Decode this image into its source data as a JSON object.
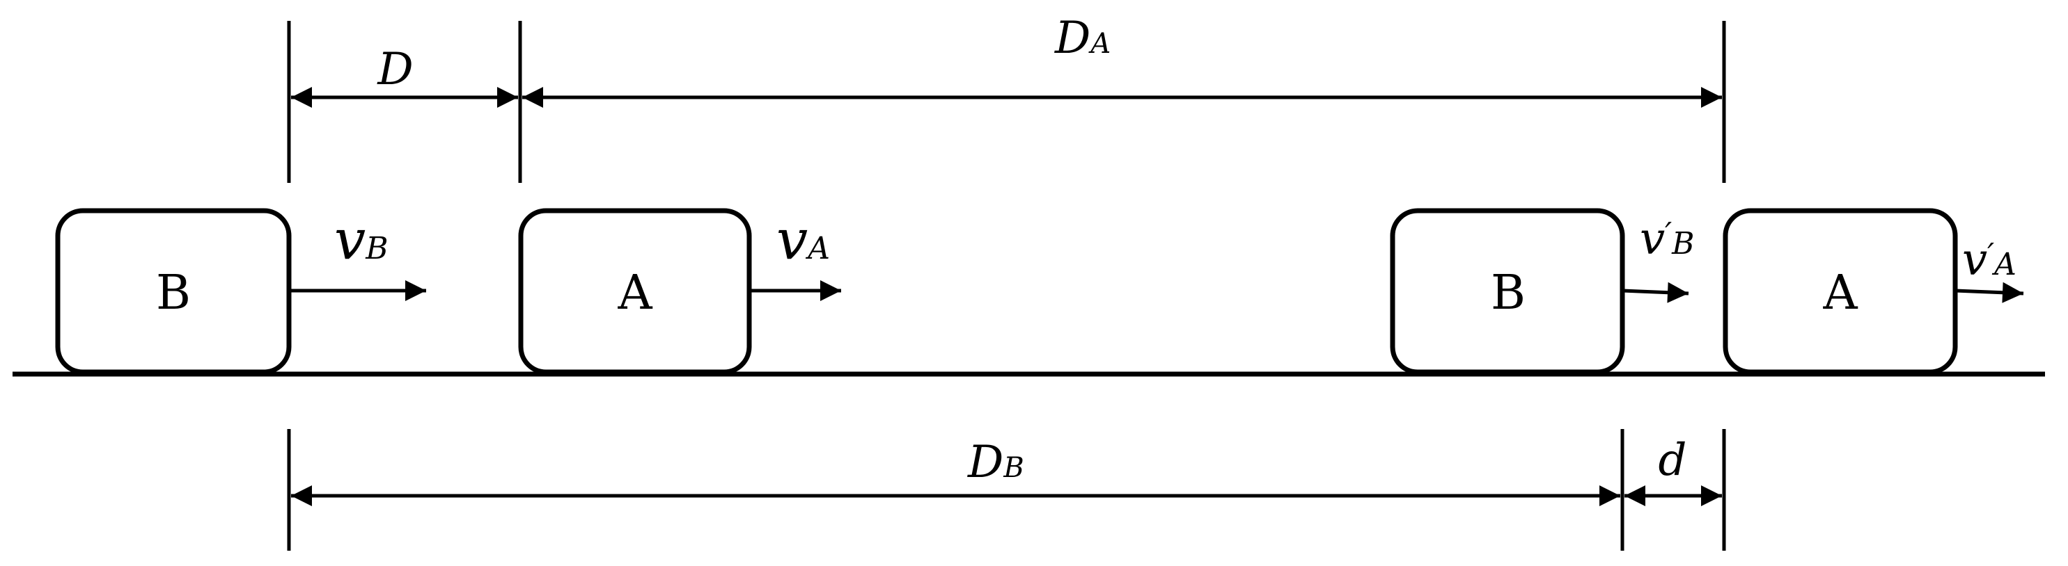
{
  "blocks": {
    "b_initial": "B",
    "a_initial": "A",
    "b_final": "B",
    "a_final": "A"
  },
  "velocities": {
    "vb_main": "v",
    "vb_sub": "B",
    "va_main": "v",
    "va_sub": "A",
    "vb_final_main": "v",
    "vb_final_prime": "′",
    "vb_final_sub": "B",
    "va_final_main": "v",
    "va_final_prime": "′",
    "va_final_sub": "A"
  },
  "dimensions": {
    "d_initial": "D",
    "da_main": "D",
    "da_sub": "A",
    "db_main": "D",
    "db_sub": "B",
    "d_final": "d"
  }
}
